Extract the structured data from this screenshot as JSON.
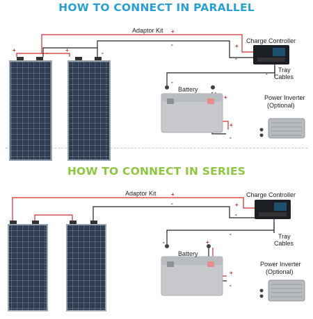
{
  "titles": {
    "parallel": "HOW TO CONNECT IN PARALLEL",
    "series": "HOW TO CONNECT IN SERIES"
  },
  "labels": {
    "adaptor_kit": "Adaptor Kit",
    "charge_controller": "Charge Controller",
    "tray": "Tray",
    "cables": "Cables",
    "battery": "Battery",
    "power_inverter": "Power Inverter",
    "optional": "(Optional)",
    "plus": "+",
    "minus": "-"
  },
  "colors": {
    "parallel_title": "#2aa0d2",
    "series_title": "#8dc63f",
    "positive_wire": "#d52b2b",
    "negative_wire": "#222222"
  }
}
